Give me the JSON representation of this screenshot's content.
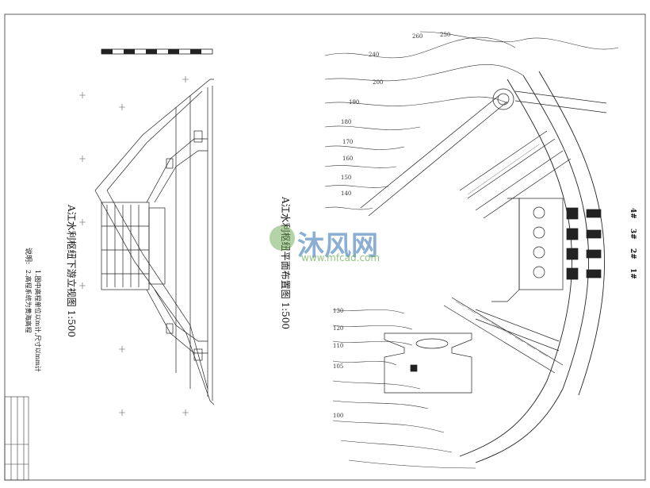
{
  "left_title": "A江水利枢纽下游立视图 1:500",
  "right_title": "A江水利枢纽平面布置图 1:500",
  "notes_heading": "说明:",
  "notes": [
    "1.图中高程单位以m计,尺寸以mm计",
    "2.高程系统为黄海高程"
  ],
  "unit_labels": [
    "1#",
    "2#",
    "3#",
    "4#"
  ],
  "contours": [
    "260",
    "250",
    "240",
    "200",
    "190",
    "180",
    "170",
    "160",
    "150",
    "140",
    "130",
    "120",
    "110",
    "105",
    "100"
  ],
  "watermark": {
    "brand": "沐风网",
    "url": "www.mfcad.com"
  },
  "colors": {
    "line": "#222222",
    "watermark_green": "#6aa84f",
    "watermark_blue": "#2c6fb0"
  }
}
